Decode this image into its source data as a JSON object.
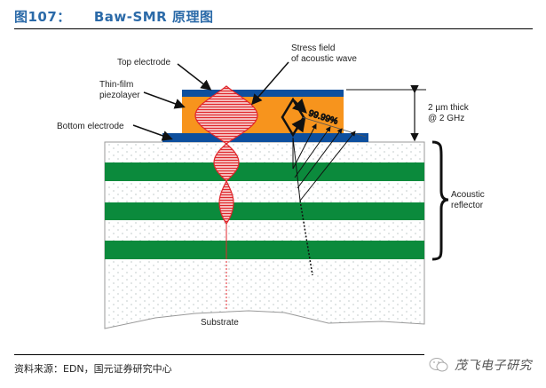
{
  "figure": {
    "title_prefix": "图107：",
    "title_main": "Baw-SMR 原理图"
  },
  "diagram": {
    "labels": {
      "top_electrode": "Top electrode",
      "thin_film_line1": "Thin-film",
      "thin_film_line2": "piezolayer",
      "bottom_electrode": "Bottom electrode",
      "stress_line1": "Stress field",
      "stress_line2": "of acoustic wave",
      "reflection_pct": "99.99%",
      "thickness_line1": "2 µm thick",
      "thickness_line2": "@ 2 GHz",
      "reflector_line1": "Acoustic",
      "reflector_line2": "reflector",
      "substrate": "Substrate"
    },
    "colors": {
      "electrode": "#0d4f9e",
      "piezo": "#f7941d",
      "reflector_green": "#0b8a3c",
      "stress_red": "#e0262b",
      "title_blue": "#2b6aa8"
    }
  },
  "footer": {
    "source": "资料来源：EDN，国元证券研究中心",
    "watermark": "茂飞电子研究"
  }
}
